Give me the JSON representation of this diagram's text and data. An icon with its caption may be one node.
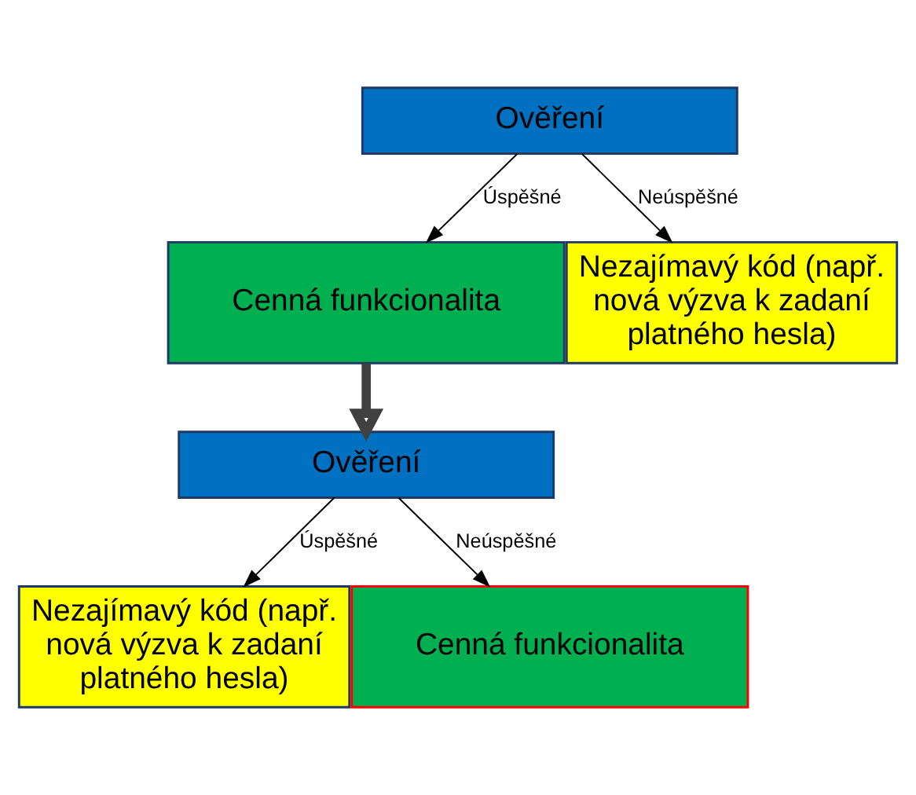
{
  "diagram": {
    "nodes": [
      {
        "text": [
          "Ověření"
        ]
      },
      {
        "text": [
          "Cenná funkcionalita"
        ]
      },
      {
        "text": [
          "Nezajímavý kód (např. nová výzva k zadaní platného hesla)"
        ]
      },
      {
        "text": [
          "Ověření"
        ]
      },
      {
        "text": [
          "Nezajímavý kód (např. nová výzva k zadaní platného hesla)"
        ]
      },
      {
        "text": [
          "Cenná funkcionalita"
        ]
      }
    ],
    "edges": [
      {
        "from": 0,
        "to": 1,
        "arrow": "to",
        "label": "Úspěšné"
      },
      {
        "from": 0,
        "to": 2,
        "arrow": "to",
        "label": "Neúspěšné"
      },
      {
        "from": 1,
        "to": 3,
        "arrow": "to",
        "style": "thick"
      },
      {
        "from": 3,
        "to": 4,
        "arrow": "to",
        "label": "Úspěšné"
      },
      {
        "from": 3,
        "to": 5,
        "arrow": "to",
        "label": "Neúspěšné"
      }
    ]
  }
}
